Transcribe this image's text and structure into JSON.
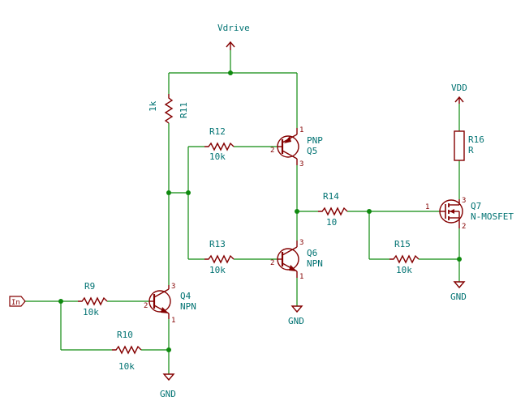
{
  "power": {
    "vdrive": "Vdrive",
    "vdd": "VDD",
    "gnd": "GND"
  },
  "input": {
    "label": "In"
  },
  "components": {
    "r9": {
      "ref": "R9",
      "value": "10k"
    },
    "r10": {
      "ref": "R10",
      "value": "10k"
    },
    "r11": {
      "ref": "R11",
      "value": "1k"
    },
    "r12": {
      "ref": "R12",
      "value": "10k"
    },
    "r13": {
      "ref": "R13",
      "value": "10k"
    },
    "r14": {
      "ref": "R14",
      "value": "10"
    },
    "r15": {
      "ref": "R15",
      "value": "10k"
    },
    "r16": {
      "ref": "R16",
      "value": "R"
    },
    "q4": {
      "ref": "Q4",
      "value": "NPN"
    },
    "q5": {
      "ref": "Q5",
      "value": "PNP"
    },
    "q6": {
      "ref": "Q6",
      "value": "NPN"
    },
    "q7": {
      "ref": "Q7",
      "value": "N-MOSFET"
    }
  },
  "pins": {
    "p1": "1",
    "p2": "2",
    "p3": "3"
  }
}
